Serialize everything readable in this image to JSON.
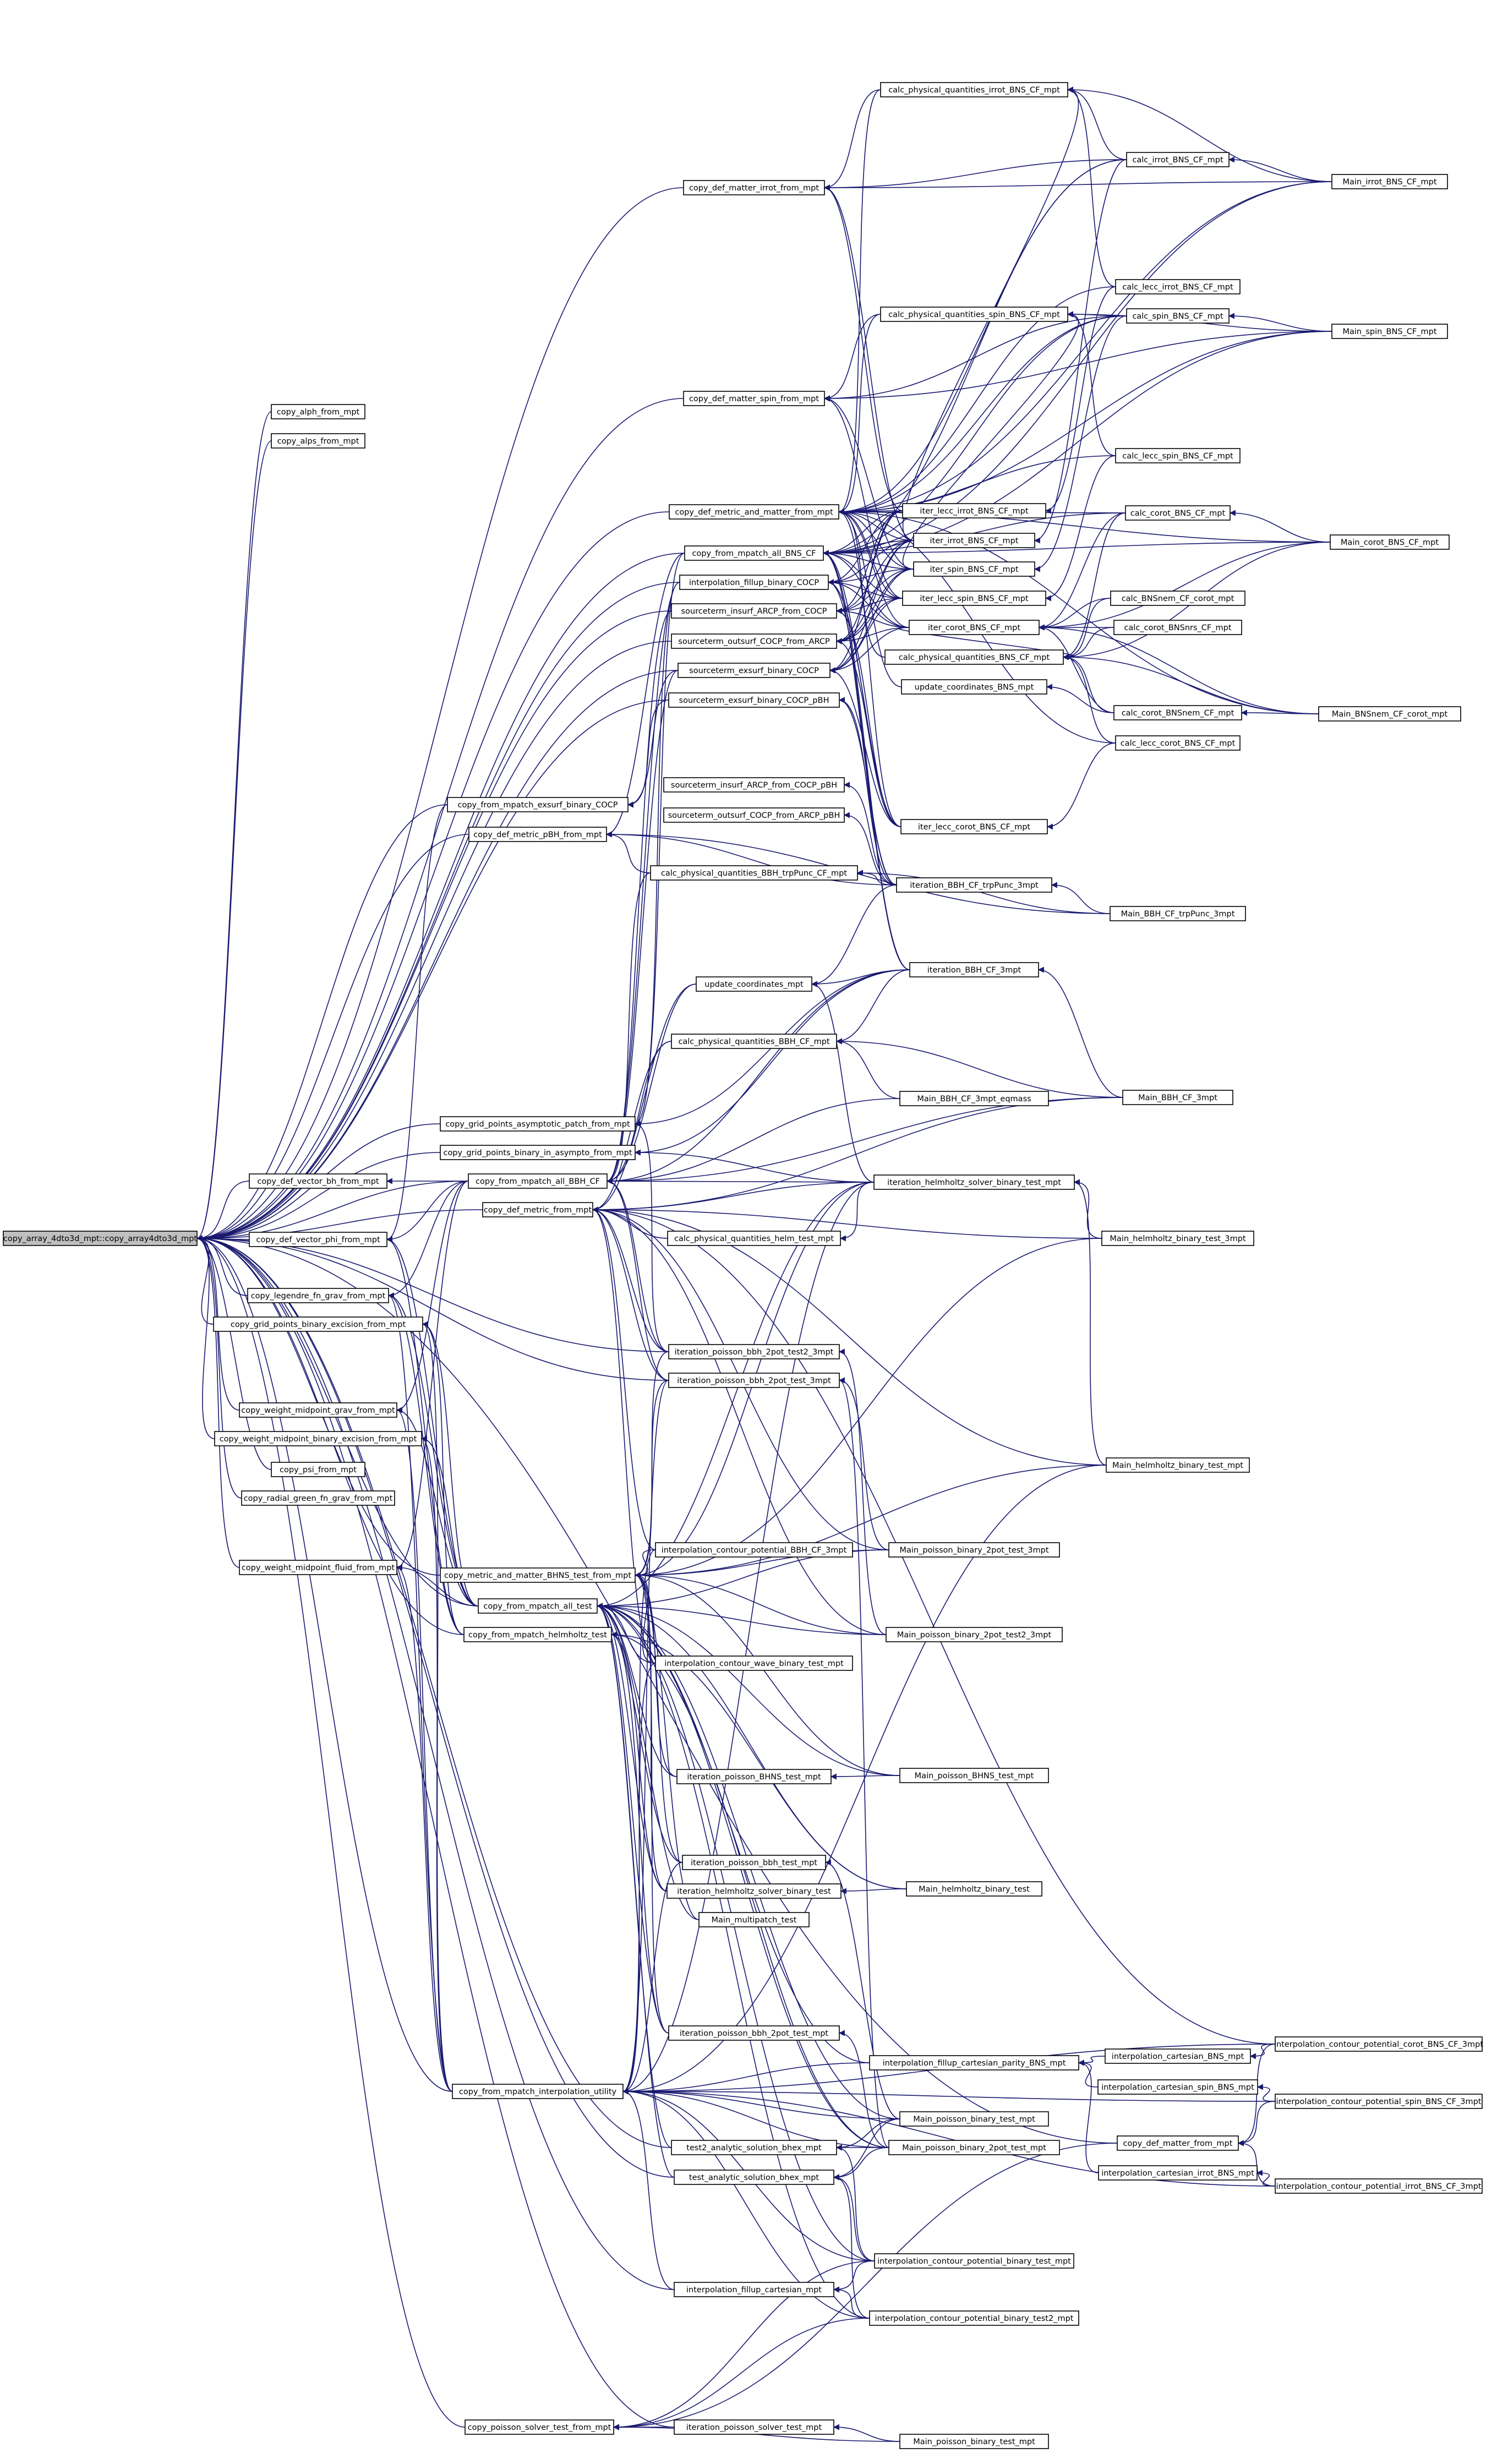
{
  "graph": {
    "root": "copy_array_4dto3d_mpt::copy_array4dto3d_mpt",
    "nodes": {
      "root": "copy_array_4dto3d_mpt::copy_array4dto3d_mpt",
      "alph": "copy_alph_from_mpt",
      "alps": "copy_alps_from_mpt",
      "def_vector_bh": "copy_def_vector_bh_from_mpt",
      "def_vector_phi": "copy_def_vector_phi_from_mpt",
      "legendre": "copy_legendre_fn_grav_from_mpt",
      "grid_excision": "copy_grid_points_binary_excision_from_mpt",
      "wm_grav": "copy_weight_midpoint_grav_from_mpt",
      "wm_binary_excision": "copy_weight_midpoint_binary_excision_from_mpt",
      "psi": "copy_psi_from_mpt",
      "radial_green": "copy_radial_green_fn_grav_from_mpt",
      "wm_fluid": "copy_weight_midpoint_fluid_from_mpt",
      "poisson_solver": "copy_poisson_solver_test_from_mpt",
      "def_matter_irrot": "copy_def_matter_irrot_from_mpt",
      "def_matter_spin": "copy_def_matter_spin_from_mpt",
      "def_metric_matter": "copy_def_metric_and_matter_from_mpt",
      "mpatch_all_BNS": "copy_from_mpatch_all_BNS_CF",
      "fillup_binary_COCP": "interpolation_fillup_binary_COCP",
      "insurf_ARCP_COCP": "sourceterm_insurf_ARCP_from_COCP",
      "outsurf_COCP_ARCP": "sourceterm_outsurf_COCP_from_ARCP",
      "exsurf_binary_COCP": "sourceterm_exsurf_binary_COCP",
      "exsurf_binary_COCP_pBH": "sourceterm_exsurf_binary_COCP_pBH",
      "mpatch_exsurf": "copy_from_mpatch_exsurf_binary_COCP",
      "def_metric_pBH": "copy_def_metric_pBH_from_mpt",
      "insurf_ARCP_COCP_pBH": "sourceterm_insurf_ARCP_from_COCP_pBH",
      "outsurf_COCP_ARCP_pBH": "sourceterm_outsurf_COCP_from_ARCP_pBH",
      "calc_BBH_trpPunc": "calc_physical_quantities_BBH_trpPunc_CF_mpt",
      "update_coords": "update_coordinates_mpt",
      "calc_BBH": "calc_physical_quantities_BBH_CF_mpt",
      "grid_asymptotic": "copy_grid_points_asymptotic_patch_from_mpt",
      "grid_binary_in_asympto": "copy_grid_points_binary_in_asympto_from_mpt",
      "mpatch_all_BBH": "copy_from_mpatch_all_BBH_CF",
      "def_metric": "copy_def_metric_from_mpt",
      "calc_helm_test": "calc_physical_quantities_helm_test_mpt",
      "iter_poisson_bbh_2pot_test2": "iteration_poisson_bbh_2pot_test2_3mpt",
      "iter_poisson_bbh_2pot_test_3": "iteration_poisson_bbh_2pot_test_3mpt",
      "metric_matter_BHNS": "copy_metric_and_matter_BHNS_test_from_mpt",
      "interp_contour_BBH": "interpolation_contour_potential_BBH_CF_3mpt",
      "mpatch_all_test": "copy_from_mpatch_all_test",
      "mpatch_helmholtz": "copy_from_mpatch_helmholtz_test",
      "interp_contour_wave": "interpolation_contour_wave_binary_test_mpt",
      "iter_poisson_BHNS": "iteration_poisson_BHNS_test_mpt",
      "iter_poisson_bbh": "iteration_poisson_bbh_test_mpt",
      "iter_helmholtz_binary": "iteration_helmholtz_solver_binary_test",
      "main_multipatch": "Main_multipatch_test",
      "iter_poisson_bbh_2pot_mpt": "iteration_poisson_bbh_2pot_test_mpt",
      "mpatch_interp_utility": "copy_from_mpatch_interpolation_utility",
      "test2_analytic": "test2_analytic_solution_bhex_mpt",
      "test_analytic": "test_analytic_solution_bhex_mpt",
      "fillup_cartesian": "interpolation_fillup_cartesian_mpt",
      "iter_poisson_solver": "iteration_poisson_solver_test_mpt",
      "calc_irrot_phys": "calc_physical_quantities_irrot_BNS_CF_mpt",
      "calc_spin_phys": "calc_physical_quantities_spin_BNS_CF_mpt",
      "iter_lecc_irrot": "iter_lecc_irrot_BNS_CF_mpt",
      "iter_irrot": "iter_irrot_BNS_CF_mpt",
      "iter_spin": "iter_spin_BNS_CF_mpt",
      "iter_lecc_spin": "iter_lecc_spin_BNS_CF_mpt",
      "iter_corot": "iter_corot_BNS_CF_mpt",
      "calc_BNS_phys": "calc_physical_quantities_BNS_CF_mpt",
      "update_coords_BNS": "update_coordinates_BNS_mpt",
      "iter_lecc_corot": "iter_lecc_corot_BNS_CF_mpt",
      "iteration_BBH_trpPunc": "iteration_BBH_CF_trpPunc_3mpt",
      "iteration_BBH": "iteration_BBH_CF_3mpt",
      "main_BBH_eqmass": "Main_BBH_CF_3mpt_eqmass",
      "iter_helmholtz_binary_mpt": "iteration_helmholtz_solver_binary_test_mpt",
      "main_poisson_2pot": "Main_poisson_binary_2pot_test_3mpt",
      "main_poisson_2pot2": "Main_poisson_binary_2pot_test2_3mpt",
      "main_poisson_BHNS": "Main_poisson_BHNS_test_mpt",
      "main_helmholtz_binary": "Main_helmholtz_binary_test",
      "fillup_cart_parity": "interpolation_fillup_cartesian_parity_BNS_mpt",
      "main_poisson_binary_mpt": "Main_poisson_binary_test_mpt",
      "main_poisson_binary_2pot_mpt": "Main_poisson_binary_2pot_test_mpt",
      "interp_contour_binary": "interpolation_contour_potential_binary_test_mpt",
      "interp_contour_binary2": "interpolation_contour_potential_binary_test2_mpt",
      "main_poisson_binary_test": "Main_poisson_binary_test_mpt",
      "calc_irrot": "calc_irrot_BNS_CF_mpt",
      "calc_lecc_irrot": "calc_lecc_irrot_BNS_CF_mpt",
      "calc_spin": "calc_spin_BNS_CF_mpt",
      "calc_lecc_spin": "calc_lecc_spin_BNS_CF_mpt",
      "calc_corot": "calc_corot_BNS_CF_mpt",
      "calc_BNSnem_corot": "calc_BNSnem_CF_corot_mpt",
      "calc_corot_BNSnrs": "calc_corot_BNSnrs_CF_mpt",
      "calc_corot_BNSnem": "calc_corot_BNSnem_CF_mpt",
      "calc_lecc_corot": "calc_lecc_corot_BNS_CF_mpt",
      "main_BBH_trpPunc": "Main_BBH_CF_trpPunc_3mpt",
      "main_BBH": "Main_BBH_CF_3mpt",
      "main_helmholtz_3mpt": "Main_helmholtz_binary_test_3mpt",
      "main_helmholtz_mpt": "Main_helmholtz_binary_test_mpt",
      "interp_cart_BNS": "interpolation_cartesian_BNS_mpt",
      "interp_cart_spin": "interpolation_cartesian_spin_BNS_mpt",
      "copy_def_matter": "copy_def_matter_from_mpt",
      "interp_cart_irrot": "interpolation_cartesian_irrot_BNS_mpt",
      "main_irrot": "Main_irrot_BNS_CF_mpt",
      "main_spin": "Main_spin_BNS_CF_mpt",
      "main_corot": "Main_corot_BNS_CF_mpt",
      "main_BNSnem_corot": "Main_BNSnem_CF_corot_mpt",
      "contour_corot": "interpolation_contour_potential_corot_BNS_CF_3mpt",
      "contour_spin": "interpolation_contour_potential_spin_BNS_CF_3mpt",
      "contour_irrot": "interpolation_contour_potential_irrot_BNS_CF_3mpt"
    },
    "colors": {
      "edge": "#191970",
      "node_border": "#000000",
      "root_fill": "#bfbfbf",
      "node_fill": "#ffffff"
    }
  }
}
